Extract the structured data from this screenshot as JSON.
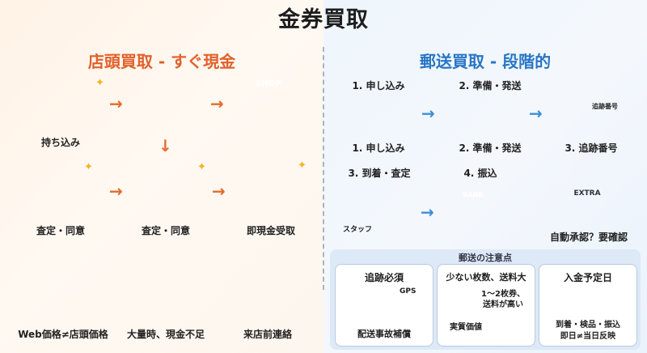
{
  "main_title": "金券買取",
  "left": {
    "title": "店頭買取 - すぐ現金",
    "labels": {
      "bring_in": "持ち込み",
      "assess_1": "査定・同意",
      "assess_2": "査定・同意",
      "cash": "即現金受取",
      "web_price": "Web価格≠店頭価格",
      "bulk": "大量時、現金不足",
      "contact": "来店前連絡"
    },
    "shop_sign": "SHOP"
  },
  "right": {
    "title": "郵送買取 - 段階的",
    "steps": {
      "apply_top": "1. 申し込み",
      "prepare_top": "2. 準備・発送",
      "apply": "1. 申し込み",
      "prepare": "2. 準備・発送",
      "tracking": "3. 追跡番号",
      "arrival": "3. 到着・査定",
      "transfer": "4. 振込"
    },
    "tracking_card": "追跡番号",
    "staff": "スタッフ",
    "bank": "BANK",
    "extra": "EXTRA",
    "auto_approval": "自動承認？要確認",
    "notes": {
      "title": "郵送の注意点",
      "card1": {
        "title": "追跡必須",
        "gps": "GPS",
        "caption": "配送事故補償"
      },
      "card2": {
        "title": "少ない枚数、送料大",
        "detail_1": "1〜2枚券、",
        "detail_2": "送料が高い",
        "caption": "実質価値"
      },
      "card3": {
        "title": "入金予定日",
        "caption_1": "到着・検品・振込",
        "caption_2": "即日≠当日反映"
      }
    }
  },
  "colors": {
    "left_accent": "#e2602b",
    "right_accent": "#2876c5"
  }
}
